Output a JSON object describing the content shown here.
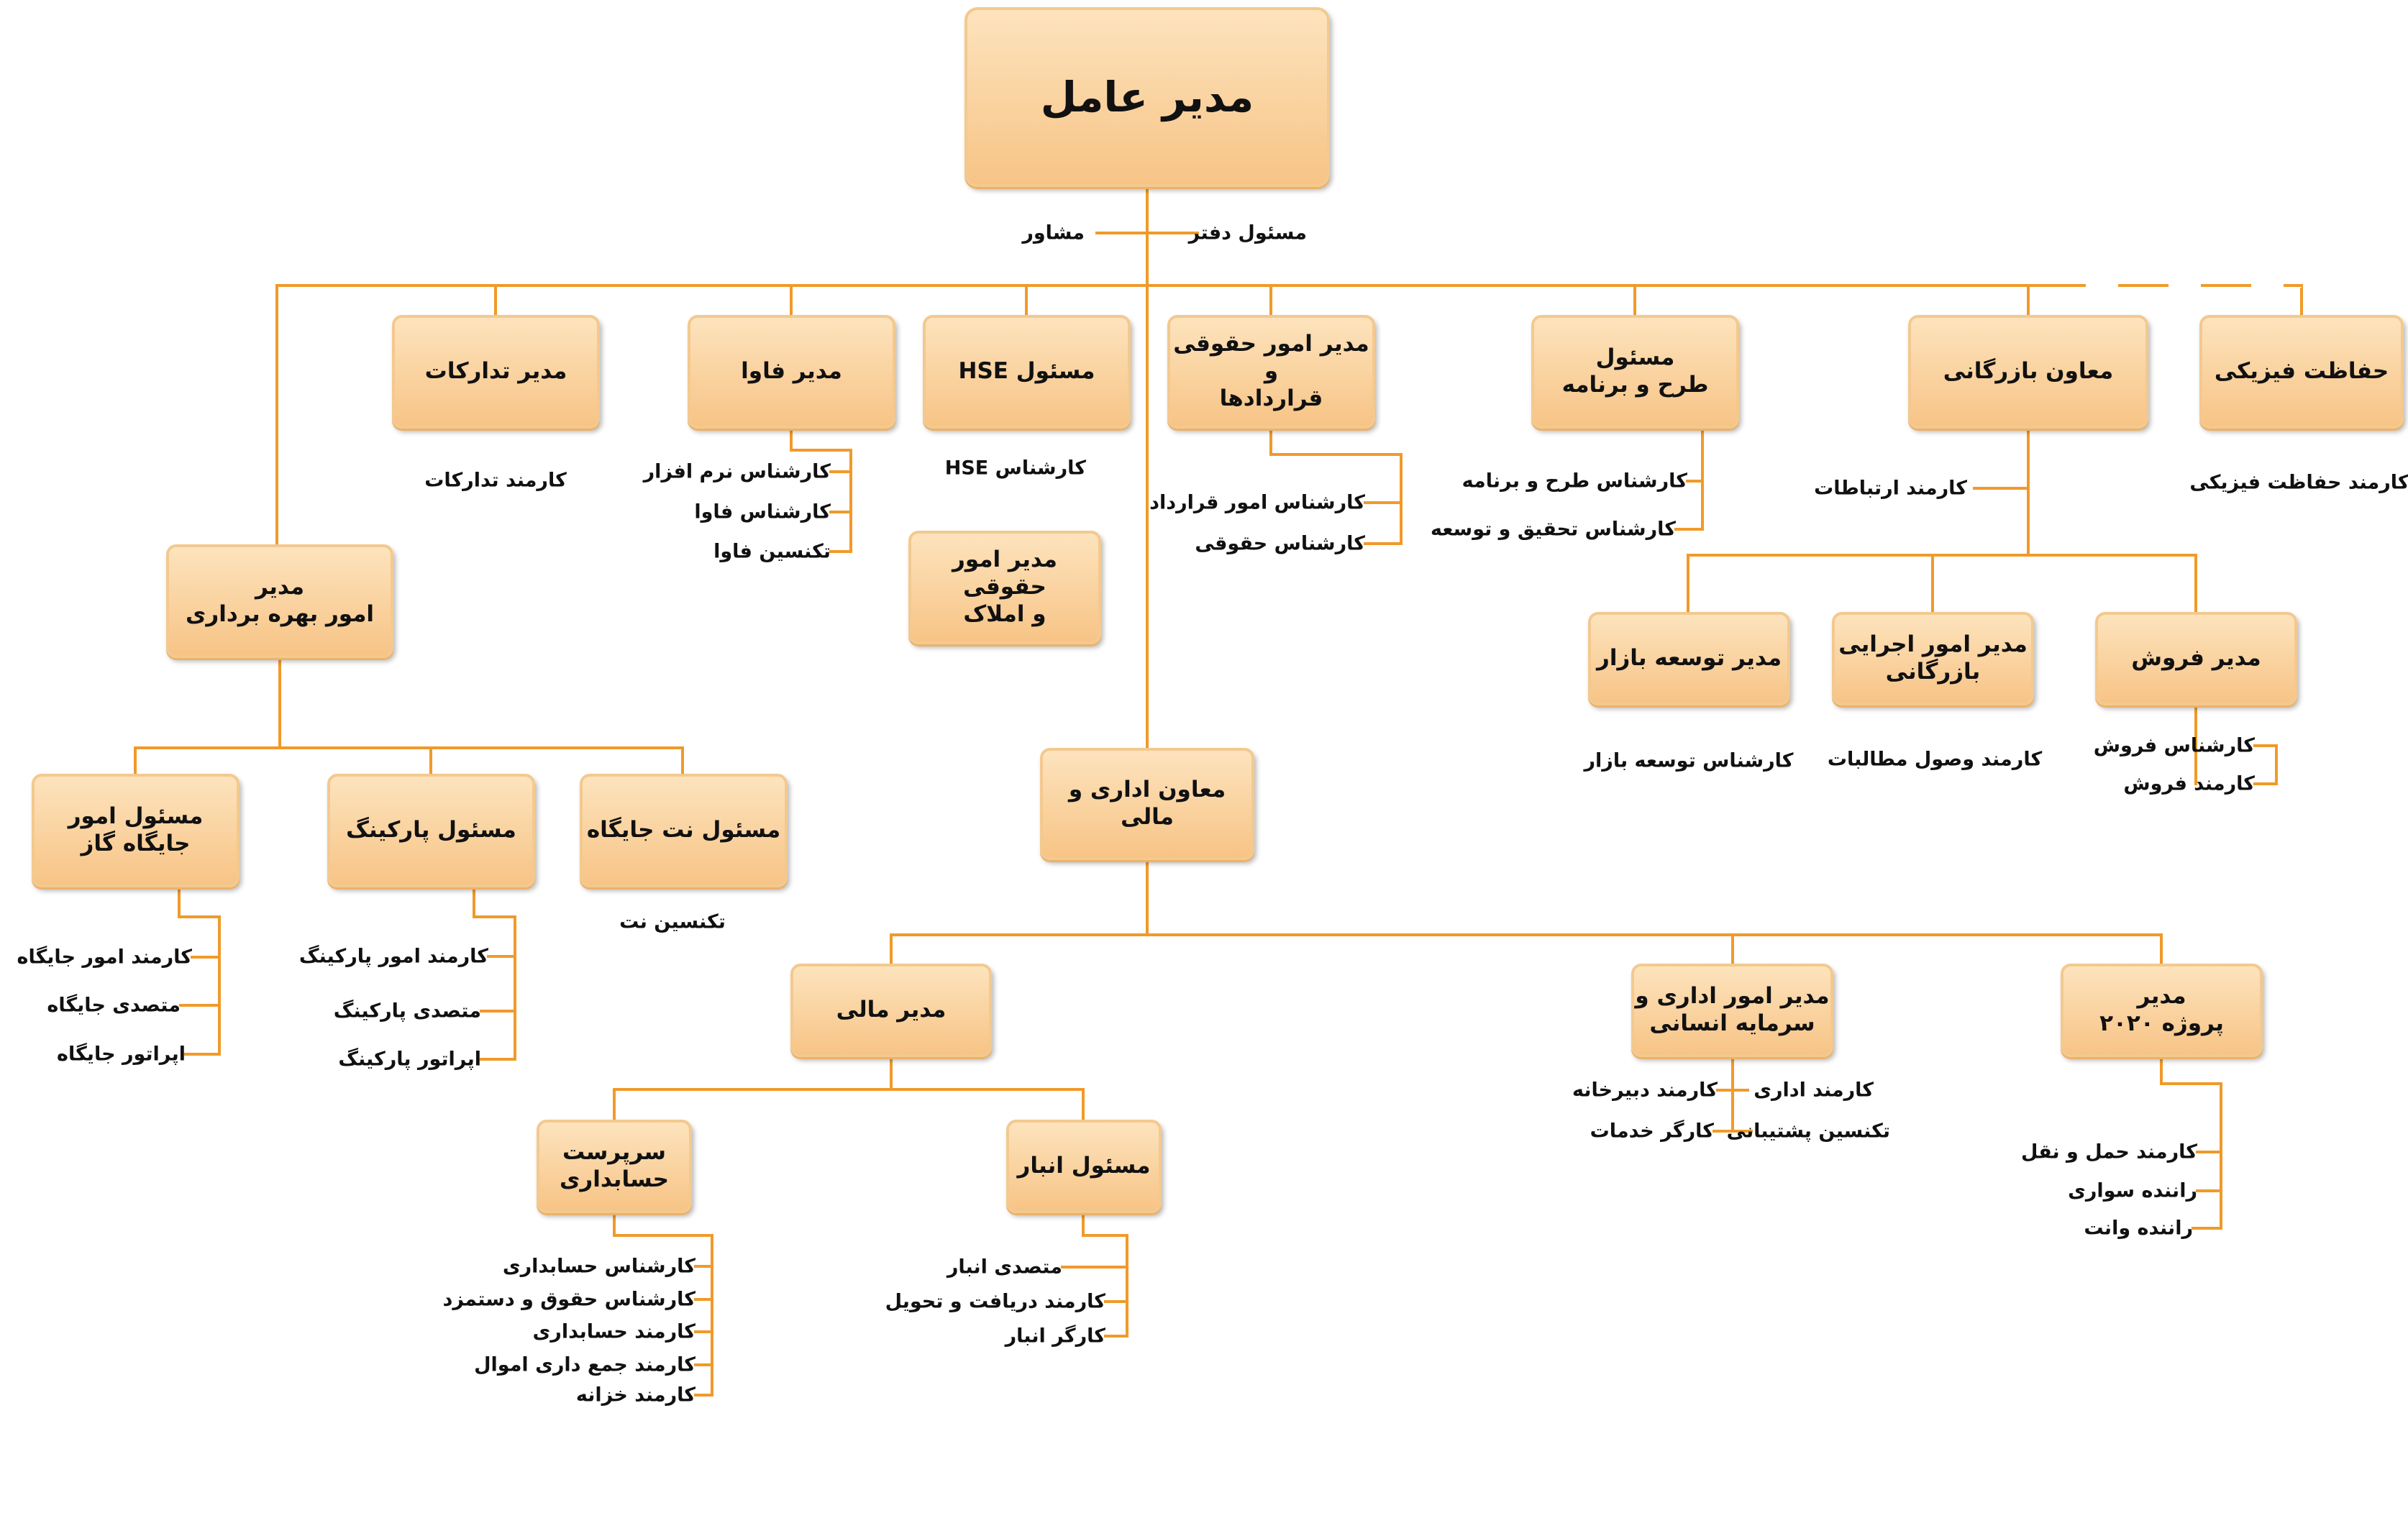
{
  "line_color": "#f09a2a",
  "box_fill": "#f9cf99",
  "boxes": {
    "ceo": "مدیر عامل",
    "physical_security": "حفاظت فیزیکی",
    "commercial_deputy": "معاون بازرگانی",
    "planning_officer": "مسئول\nطرح و برنامه",
    "legal_contracts_manager": "مدیر امور حقوقی و\nقراردادها",
    "hse_officer": "مسئول HSE",
    "it_manager": "مدیر فاوا",
    "procurement_manager": "مدیر تدارکات",
    "legal_property_manager": "مدیر امور حقوقی\nو املاک",
    "operations_manager": "مدیر\nامور بهره برداری",
    "sales_manager": "مدیر فروش",
    "commercial_exec_manager": "مدیر امور اجرایی\nبازرگانی",
    "market_dev_manager": "مدیر توسعه بازار",
    "admin_finance_deputy": "معاون اداری و مالی",
    "station_net_officer": "مسئول نت جایگاه",
    "parking_officer": "مسئول  پارکینگ",
    "gas_station_officer": "مسئول امور\nجایگاه گاز",
    "finance_manager": "مدیر مالی",
    "admin_hr_manager": "مدیر امور اداری و\nسرمایه انسانی",
    "project_2020_manager": "مدیر\nپروژه ۲۰۲۰",
    "chief_accountant": "سرپرست\nحسابداری",
    "warehouse_officer": "مسئول انبار"
  },
  "labels": {
    "office_officer": "مسئول دفتر",
    "advisor": "مشاور",
    "physical_security_clerk": "کارمند حفاظت فیزیکی",
    "communications_clerk": "کارمند ارتباطات",
    "planning_expert": "کارشناس طرح و برنامه",
    "rnd_expert": "کارشناس تحقیق و توسعه",
    "contracts_expert": "کارشناس امور قرارداد",
    "legal_expert": "کارشناس حقوقی",
    "hse_expert": "کارشناس HSE",
    "software_expert": "کارشناس نرم افزار",
    "it_expert": "کارشناس  فاوا",
    "it_technician": "تکنسین فاوا",
    "procurement_clerk": "کارمند تدارکات",
    "sales_expert": "کارشناس فروش",
    "sales_clerk": "کارمند فروش",
    "receivables_clerk": "کارمند وصول مطالبات",
    "market_dev_expert": "کارشناس توسعه بازار",
    "net_technician": "تکنسین نت",
    "parking_clerk": "کارمند امور پارکینگ",
    "parking_operator": "متصدی پارکینگ",
    "parking_machine_operator": "اپراتور  پارکینگ",
    "station_clerk": "کارمند امور جایگاه",
    "station_operator": "متصدی جایگاه",
    "station_machine_operator": "اپراتور  جایگاه",
    "admin_clerk": "کارمند اداری",
    "support_technician": "تکنسین پشتیبانی",
    "secretariat_clerk": "کارمند دبیرخانه",
    "services_worker": "کارگر خدمات",
    "transport_clerk": "کارمند حمل و نقل",
    "driver_car": "راننده سواری",
    "driver_van": "راننده وانت",
    "accounting_expert": "کارشناس حسابداری",
    "payroll_expert": "کارشناس حقوق و دستمزد",
    "accounting_clerk": "کارمند حسابداری",
    "property_clerk": "کارمند جمع داری اموال",
    "treasury_clerk": "کارمند خزانه",
    "warehouse_keeper": "متصدی انبار",
    "receiving_clerk": "کارمند دریافت و تحویل",
    "warehouse_worker": "کارگر انبار"
  }
}
